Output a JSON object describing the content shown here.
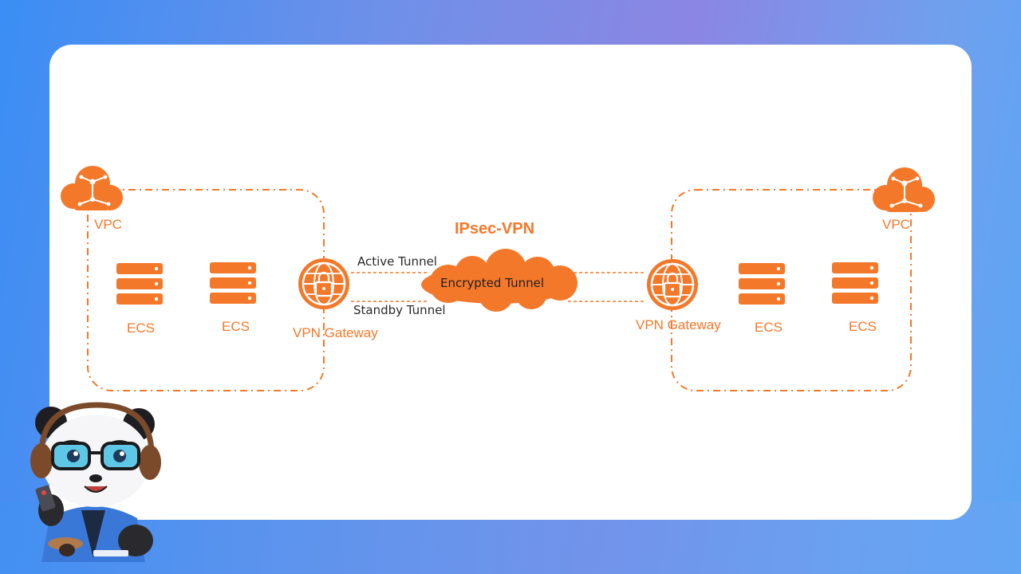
{
  "diagram": {
    "title": "IPsec-VPN",
    "left_vpc": {
      "label": "VPC",
      "servers": [
        {
          "label": "ECS"
        },
        {
          "label": "ECS"
        }
      ],
      "gateway": "VPN Gateway"
    },
    "right_vpc": {
      "label": "VPC",
      "servers": [
        {
          "label": "ECS"
        },
        {
          "label": "ECS"
        }
      ],
      "gateway": "VPN Gateway"
    },
    "tunnels": {
      "active": "Active Tunnel",
      "standby": "Standby Tunnel",
      "cloud": "Encrypted Tunnel"
    }
  },
  "colors": {
    "accent": "#f4782a",
    "card": "#ffffff"
  },
  "icons": [
    "cloud-vpc-icon",
    "server-icon",
    "vpn-gateway-lock-icon",
    "panda-mascot"
  ]
}
